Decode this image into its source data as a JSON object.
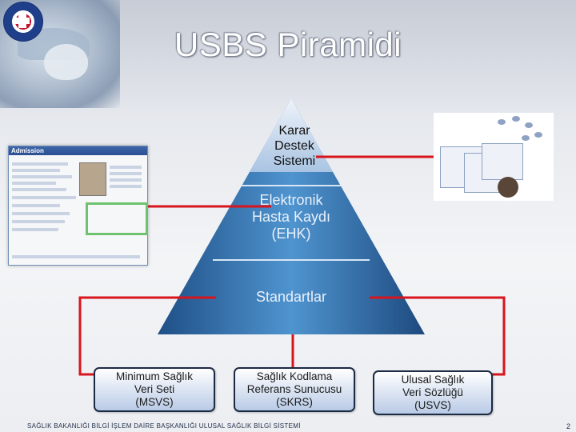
{
  "header": {
    "title": "USBS Piramidi"
  },
  "pyramid": {
    "levels": [
      {
        "id": "top",
        "label": "Karar\nDestek\nSistemi"
      },
      {
        "id": "middle",
        "label": "Elektronik\nHasta Kaydı\n(EHK)"
      },
      {
        "id": "bottom",
        "label": "Standartlar"
      }
    ]
  },
  "boxes": [
    {
      "id": "msvs",
      "label": "Minimum Sağlık\nVeri Seti\n(MSVS)"
    },
    {
      "id": "skrs",
      "label": "Sağlık Kodlama\nReferans Sunucusu\n(SKRS)"
    },
    {
      "id": "usvs",
      "label": "Ulusal Sağlık\nVeri Sözlüğü\n(USVS)"
    }
  ],
  "screenshot_left": {
    "title": "Admission"
  },
  "footer": {
    "text": "SAĞLIK BAKANLIĞI BİLGİ İŞLEM DAİRE BAŞKANLIĞI ULUSAL SAĞLIK BİLGİ SİSTEMİ",
    "page_number": "2"
  },
  "colors": {
    "connector": "#d8141c",
    "pyramid": "#3a7bb8",
    "box_border": "#1c2b45"
  }
}
